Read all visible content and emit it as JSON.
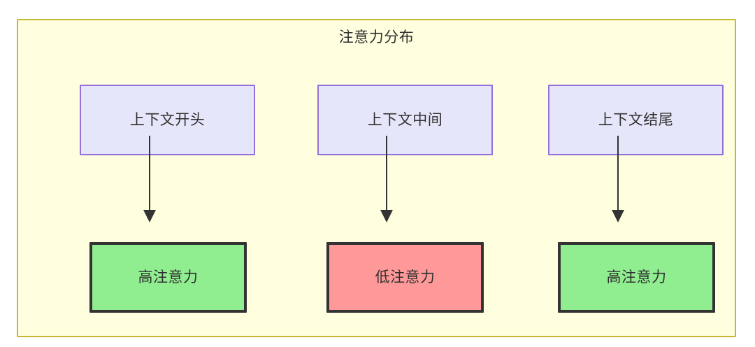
{
  "diagram": {
    "title": "注意力分布",
    "container": {
      "fill": "#ffffe0",
      "border": "#c6b82e"
    },
    "columns": [
      {
        "id": "start",
        "context": {
          "label": "上下文开头",
          "fill": "#e6e6fa",
          "border": "#9370db"
        },
        "attention": {
          "label": "高注意力",
          "level": "high",
          "fill": "#90ee90",
          "border": "#333333"
        }
      },
      {
        "id": "middle",
        "context": {
          "label": "上下文中间",
          "fill": "#e6e6fa",
          "border": "#9370db"
        },
        "attention": {
          "label": "低注意力",
          "level": "low",
          "fill": "#ff9999",
          "border": "#333333"
        }
      },
      {
        "id": "end",
        "context": {
          "label": "上下文结尾",
          "fill": "#e6e6fa",
          "border": "#9370db"
        },
        "attention": {
          "label": "高注意力",
          "level": "high",
          "fill": "#90ee90",
          "border": "#333333"
        }
      }
    ],
    "edges": [
      {
        "from": "上下文开头",
        "to": "高注意力",
        "style": "arrow"
      },
      {
        "from": "上下文中间",
        "to": "低注意力",
        "style": "arrow"
      },
      {
        "from": "上下文结尾",
        "to": "高注意力",
        "style": "arrow"
      }
    ]
  }
}
